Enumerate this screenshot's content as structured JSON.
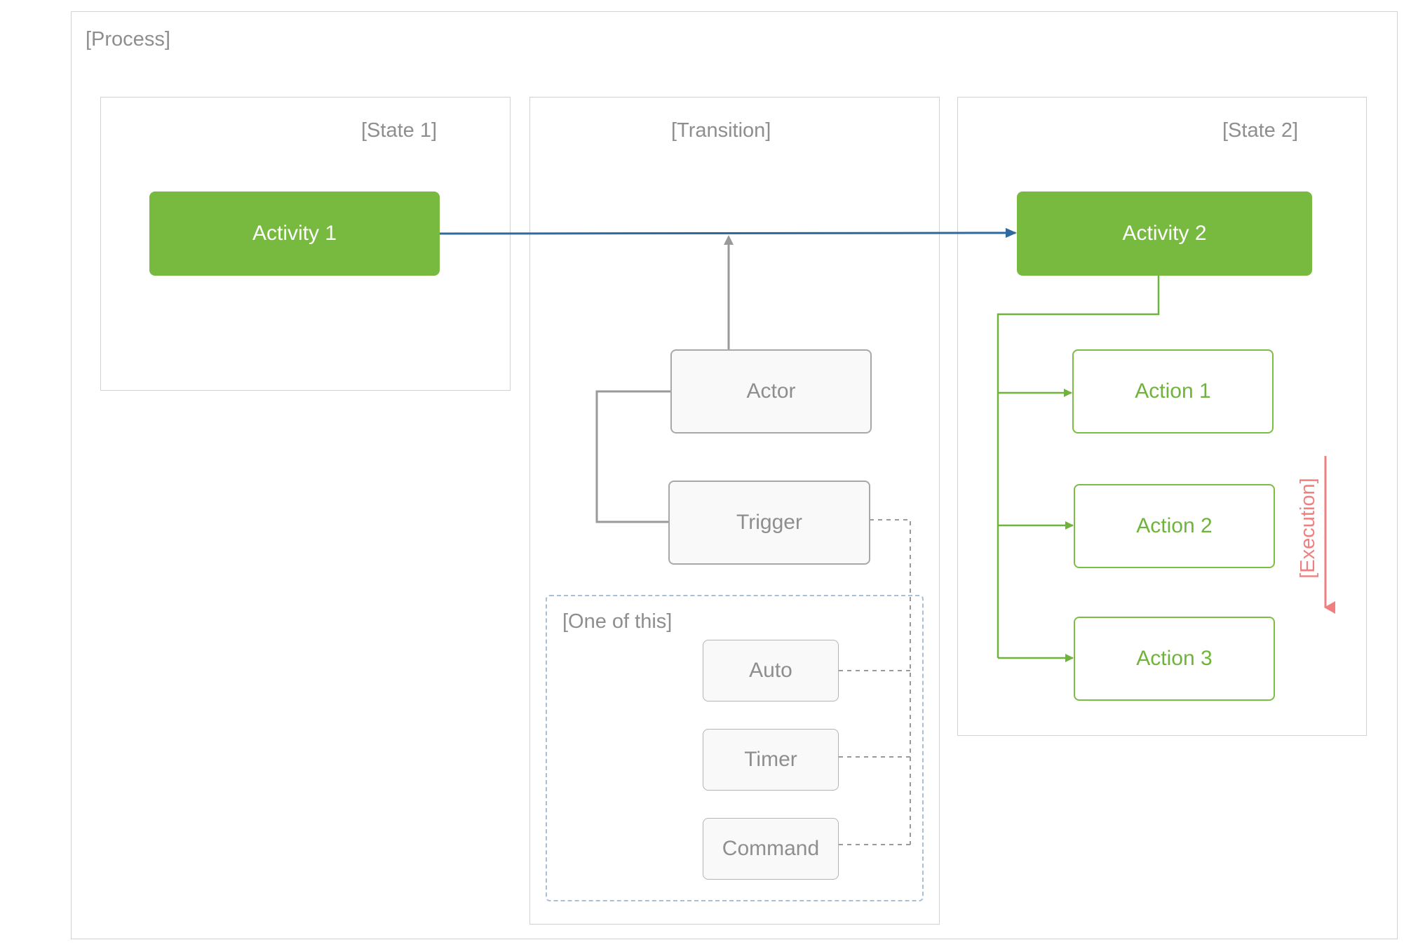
{
  "process": {
    "label": "[Process]"
  },
  "state1": {
    "label": "[State 1]",
    "activity": "Activity 1"
  },
  "transition": {
    "label": "[Transition]",
    "actor": "Actor",
    "trigger": "Trigger",
    "group": {
      "label": "[One of this]",
      "options": [
        "Auto",
        "Timer",
        "Command"
      ]
    }
  },
  "state2": {
    "label": "[State 2]",
    "activity": "Activity 2",
    "actions": [
      "Action 1",
      "Action 2",
      "Action 3"
    ],
    "execution_label": "[Execution]"
  },
  "colors": {
    "activity_fill": "#77ba3f",
    "action_green": "#6fb43a",
    "flow_blue": "#2e6a9e",
    "connector_gray": "#9a9a9a",
    "execution_red": "#f08080",
    "group_dash_blue": "#a9bfd6"
  }
}
